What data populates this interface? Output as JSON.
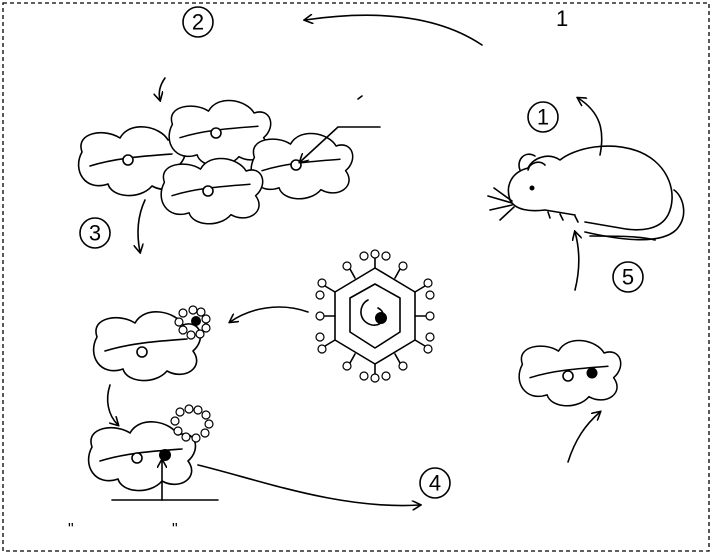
{
  "diagram": {
    "corner_label": "1",
    "steps": [
      "①",
      "②",
      "③",
      "④",
      "⑤"
    ],
    "quote_left": "\"",
    "quote_right": "\""
  }
}
